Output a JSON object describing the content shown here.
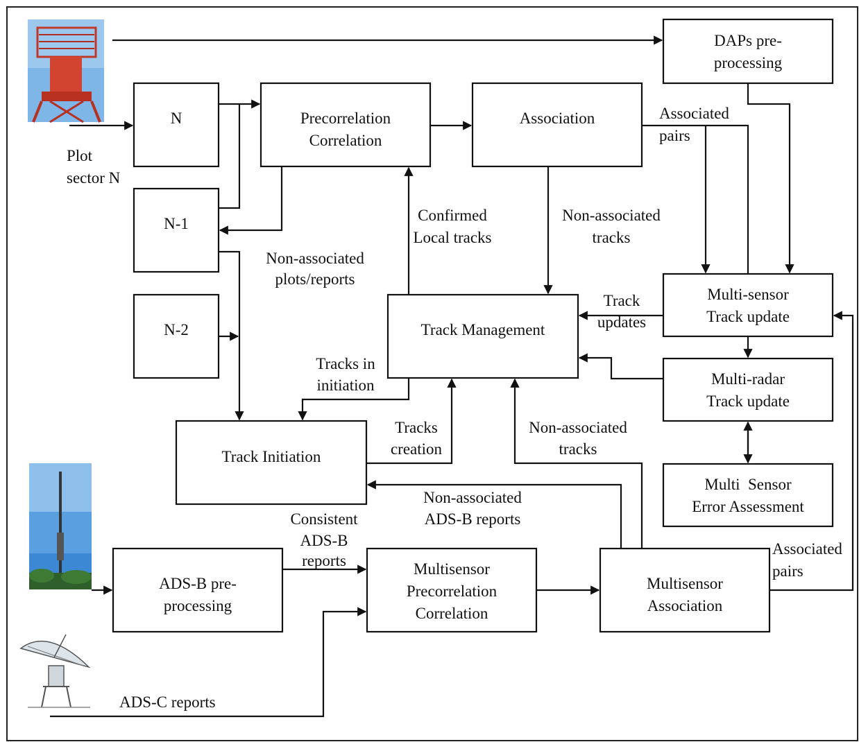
{
  "colors": {
    "ink": "#111111",
    "background": "#ffffff",
    "radar_red": "#c0392b",
    "sky_blue": "#4a90d9"
  },
  "images": {
    "radar_antenna": "primary-radar-photo",
    "adsb_antenna": "ads-b-ground-station-photo",
    "satellite_dish": "ads-c-satellite-dish-drawing"
  },
  "blocks": {
    "daps": [
      "DAPs pre-",
      "processing"
    ],
    "n": [
      "N"
    ],
    "n1": [
      "N-1"
    ],
    "n2": [
      "N-2"
    ],
    "precorrelation": [
      "Precorrelation",
      "Correlation"
    ],
    "association": [
      "Association"
    ],
    "multisensor_track_update": [
      "Multi-sensor",
      "Track update"
    ],
    "track_management": [
      "Track Management"
    ],
    "multiradar_track_update": [
      "Multi-radar",
      "Track update"
    ],
    "error_assessment": [
      "Multi  Sensor",
      "Error Assessment"
    ],
    "track_initiation": [
      "Track Initiation"
    ],
    "adsb_preprocessing": [
      "ADS-B pre-",
      "processing"
    ],
    "multisensor_precorrelation": [
      "Multisensor",
      "Precorrelation",
      "Correlation"
    ],
    "multisensor_association": [
      "Multisensor",
      "Association"
    ]
  },
  "labels": {
    "plot_sector": [
      "Plot",
      "sector N"
    ],
    "associated_pairs_top": [
      "Associated",
      "pairs"
    ],
    "confirmed_local_tracks": [
      "Confirmed",
      "Local tracks"
    ],
    "non_associated_tracks_top": [
      "Non-associated",
      "tracks"
    ],
    "non_associated_plots": [
      "Non-associated",
      "plots/reports"
    ],
    "track_updates": [
      "Track",
      "updates"
    ],
    "tracks_in_initiation": [
      "Tracks in",
      "initiation"
    ],
    "tracks_creation": [
      "Tracks",
      "creation"
    ],
    "non_associated_tracks_bottom": [
      "Non-associated",
      "tracks"
    ],
    "non_associated_adsb": [
      "Non-associated",
      "ADS-B reports"
    ],
    "consistent_adsb": [
      "Consistent",
      "ADS-B",
      "reports"
    ],
    "associated_pairs_bottom": [
      "Associated",
      "pairs"
    ],
    "ads_c_reports": [
      "ADS-C reports"
    ]
  }
}
